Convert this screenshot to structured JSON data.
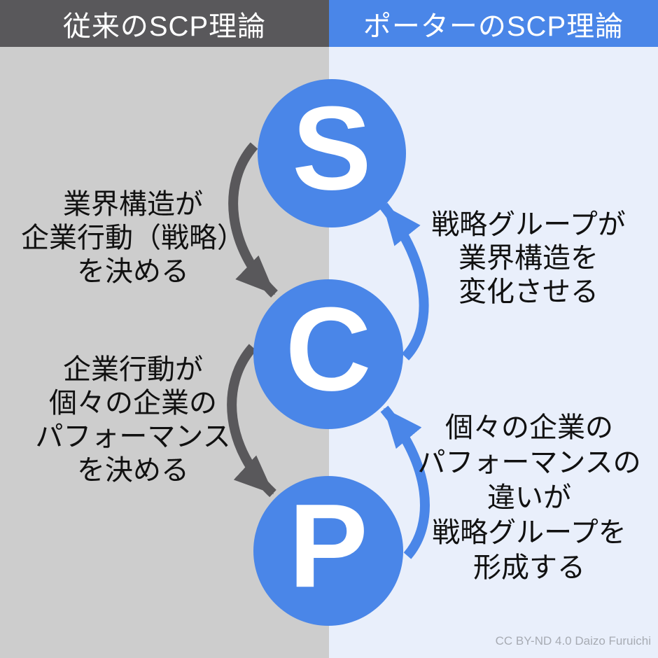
{
  "headers": {
    "left": "従来のSCP理論",
    "right": "ポーターのSCP理論"
  },
  "nodes": {
    "s": "S",
    "c": "C",
    "p": "P"
  },
  "annotations": {
    "left": [
      {
        "text": "業界構造が\n企業行動（戦略）\nを決める"
      },
      {
        "text": "企業行動が\n個々の企業の\nパフォーマンス\nを決める"
      }
    ],
    "right": [
      {
        "text": "戦略グループが\n業界構造を\n変化させる"
      },
      {
        "text": "個々の企業の\nパフォーマンスの\n違いが\n戦略グループを\n形成する"
      }
    ]
  },
  "arrows": [
    {
      "name": "arrow-s-to-c",
      "side": "left",
      "direction": "down"
    },
    {
      "name": "arrow-c-to-p",
      "side": "left",
      "direction": "down"
    },
    {
      "name": "arrow-c-to-s",
      "side": "right",
      "direction": "up"
    },
    {
      "name": "arrow-p-to-c",
      "side": "right",
      "direction": "up"
    }
  ],
  "footer": {
    "credit": "CC BY-ND 4.0 Daizo Furuichi"
  },
  "colors": {
    "header_dark_gray": "#59585B",
    "panel_light_gray": "#CDCDCD",
    "blue": "#4A86E8",
    "panel_light_blue": "#E9EFFB",
    "text": "#111111",
    "credit_text": "#A7ABB3",
    "letter_white": "#FFFFFF"
  }
}
